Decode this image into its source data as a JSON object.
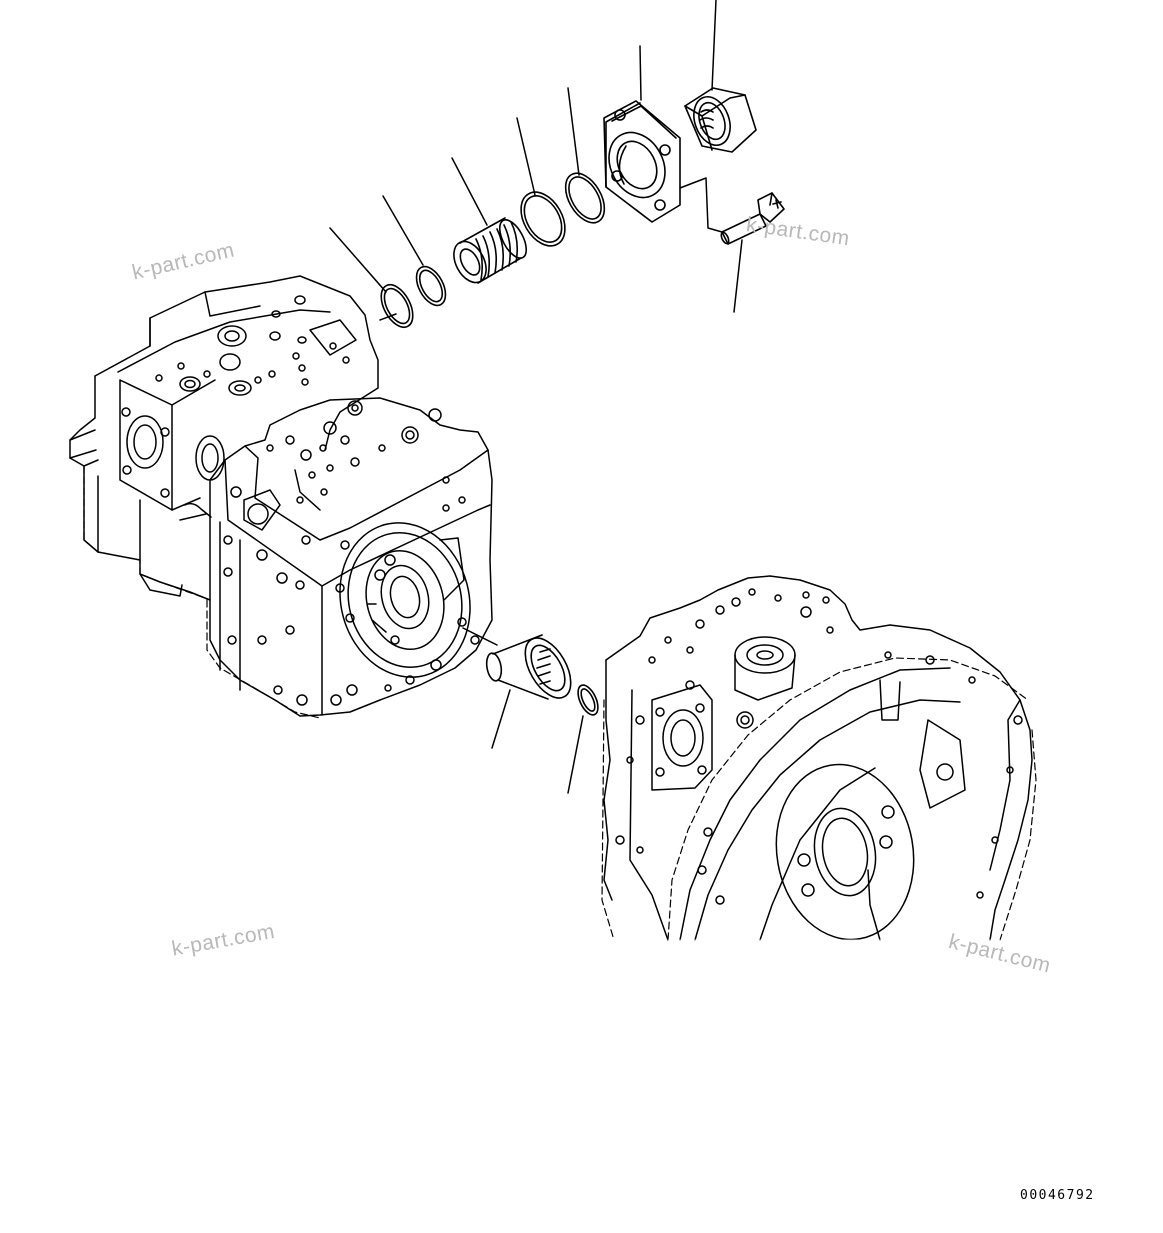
{
  "watermarks": [
    "k-part.com",
    "k-part.com",
    "k-part.com",
    "k-part.com"
  ],
  "figure_number": "00046792",
  "colors": {
    "line": "#000000",
    "watermark": "#b8b8b8",
    "background": "#ffffff"
  }
}
